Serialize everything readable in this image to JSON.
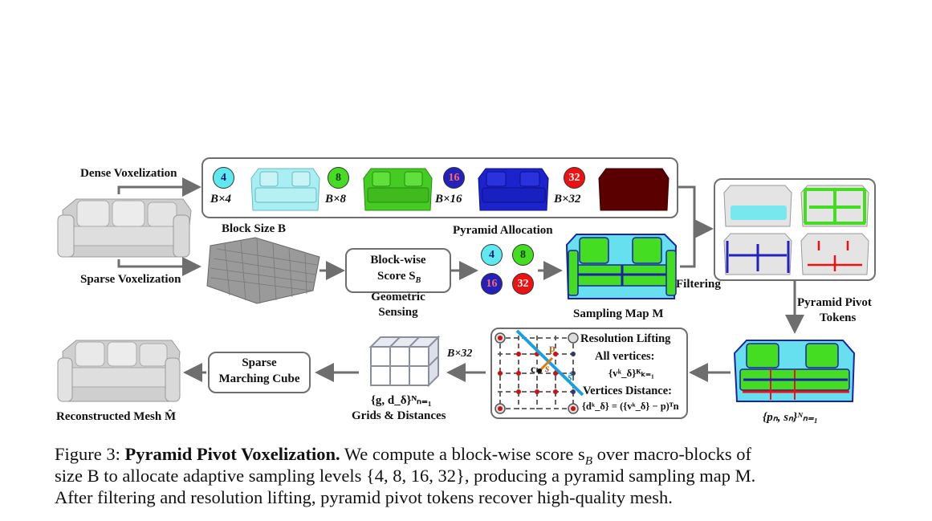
{
  "labels": {
    "dense_voxelization": "Dense Voxelization",
    "sparse_voxelization": "Sparse Voxelization",
    "block_size": "Block Size B",
    "blockwise_score_line1": "Block-wise",
    "blockwise_score_line2": "Score S",
    "blockwise_score_sub": "B",
    "geometric_sensing_line1": "Geometric",
    "geometric_sensing_line2": "Sensing",
    "pyramid_allocation": "Pyramid Allocation",
    "sampling_map": "Sampling Map M",
    "filtering": "Filtering",
    "pyramid_pivot_tokens_line1": "Pyramid Pivot",
    "pyramid_pivot_tokens_line2": "Tokens",
    "tokens_formula": "{pₙ, sₙ}ᴺₙ₌₁",
    "resolution_lifting": "Resolution Lifting",
    "all_vertices": "All vertices:",
    "all_vertices_formula": "{vᵏ_δ}ᴷₖ₌₁",
    "vertices_distance": "Vertices Distance:",
    "vertices_distance_formula": "{dᵏ_δ} = ({vᵏ_δ} − p)ᵀn",
    "b_times_32_mid": "B×32",
    "grids_formula": "{g, d_δ}ᴺₙ₌₁",
    "grids_distances": "Grids & Distances",
    "sparse_mc_line1": "Sparse",
    "sparse_mc_line2": "Marching Cube",
    "reconstructed_mesh": "Reconstructed Mesh M̂",
    "point_p": "p",
    "point_c": "c",
    "point_s": "s",
    "point_shat": "ŝ"
  },
  "levels": [
    {
      "value": "4",
      "label": "B×4",
      "color": "#5ee8f0",
      "text_color": "#1a1a6a"
    },
    {
      "value": "8",
      "label": "B×8",
      "color": "#44dd22",
      "text_color": "#113311"
    },
    {
      "value": "16",
      "label": "B×16",
      "color": "#2222bb",
      "text_color": "#ff6666"
    },
    {
      "value": "32",
      "label": "B×32",
      "color": "#ee1111",
      "text_color": "#ffffff"
    }
  ],
  "caption": {
    "prefix": "Figure 3: ",
    "title": "Pyramid Pivot Voxelization.",
    "text_line1": " We compute a block-wise score s",
    "text_line1_sub": "B",
    "text_line1_end": " over macro-blocks of",
    "text_line2": "size B to allocate adaptive sampling levels {4, 8, 16, 32}, producing a pyramid sampling map M.",
    "text_line3": "After filtering and resolution lifting, pyramid pivot tokens recover high-quality mesh."
  },
  "colors": {
    "box_border": "#6e6e6e",
    "arrow": "#6e6e6e",
    "cyan": "#5ee8f0",
    "green": "#44dd22",
    "blue": "#2222bb",
    "red": "#ee1111",
    "darkred": "#5a0000"
  }
}
